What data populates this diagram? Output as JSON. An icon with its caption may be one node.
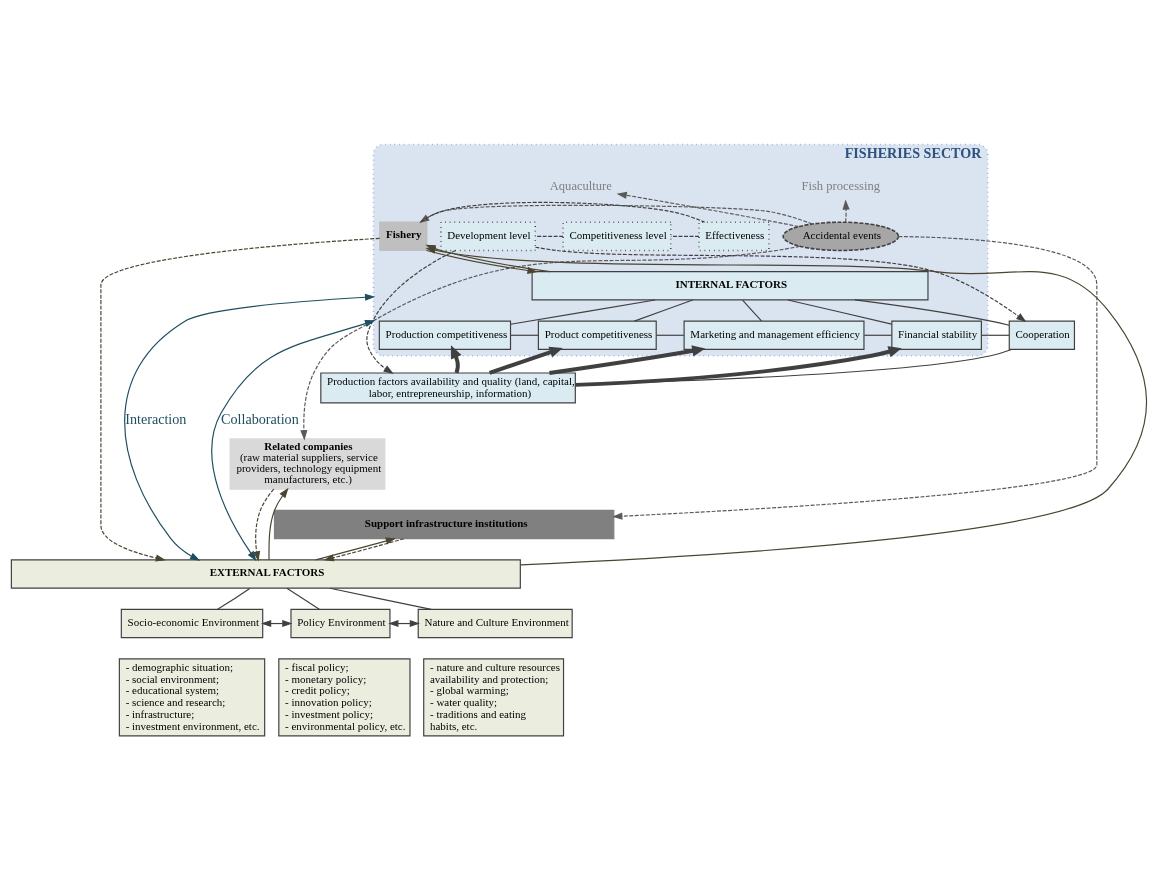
{
  "diagram": {
    "nodes": [
      {
        "text": [
          "FISHERIES SECTOR"
        ]
      },
      {
        "text": [
          "Fish processing"
        ],
        "in": 0
      },
      {
        "text": [
          "Aquaculture"
        ],
        "in": 0
      },
      {
        "text": [
          "Accidental events"
        ],
        "in": 0
      },
      {
        "text": [
          "Fishery"
        ],
        "in": 0
      },
      {
        "text": [
          "Effectiveness"
        ],
        "in": 0
      },
      {
        "text": [
          "Competitiveness level"
        ],
        "in": 0
      },
      {
        "text": [
          "Development level"
        ],
        "in": 0
      },
      {
        "text": [
          "INTERNAL FACTORS"
        ],
        "in": 0
      },
      {
        "text": [
          "Production competitiveness"
        ],
        "in": 0
      },
      {
        "text": [
          "Product competitiveness"
        ],
        "in": 0
      },
      {
        "text": [
          "Marketing and management efficiency"
        ],
        "in": 0
      },
      {
        "text": [
          "Financial stability"
        ],
        "in": 0
      },
      {
        "text": [
          "Cooperation"
        ]
      },
      {
        "text": [
          "Production factors availability and quality (land, capital, labor, entrepreneurship, information)"
        ]
      },
      {
        "text": [
          "Related companies",
          "(raw material suppliers, service providers, technology equipment manufacturers, etc.)"
        ]
      },
      {
        "text": [
          "Support infrastructure institutions"
        ]
      },
      {
        "text": [
          "EXTERNAL FACTORS"
        ]
      },
      {
        "text": [
          "Socio-economic Environment"
        ]
      },
      {
        "text": [
          "- demographic situation;",
          "- social environment;",
          "- educational system;",
          "- science and research;",
          "- infrastructure;",
          "- investment environment, etc."
        ]
      },
      {
        "text": [
          "Policy Environment"
        ]
      },
      {
        "text": [
          "- fiscal policy;",
          "- monetary policy;",
          "- credit policy;",
          "- innovation policy;",
          "- investment policy;",
          "- environmental policy, etc."
        ]
      },
      {
        "text": [
          "Nature and Culture Environment"
        ]
      },
      {
        "text": [
          "- nature and culture resources availability and protection;",
          "- global warming;",
          "- water quality;",
          "- traditions and eating habits, etc."
        ]
      }
    ],
    "edges": [
      {
        "from": 3,
        "to": 1,
        "arrow": "to",
        "style": "dashed",
        "color": "#595959"
      },
      {
        "from": 3,
        "to": 2,
        "arrow": "to",
        "style": "dashed",
        "color": "#595959"
      },
      {
        "from": 3,
        "to": 4,
        "arrow": "to",
        "style": "dashed",
        "color": "#595959"
      },
      {
        "from": 3,
        "to": 15,
        "arrow": "to",
        "style": "dashed",
        "color": "#595959"
      },
      {
        "from": 3,
        "to": 16,
        "arrow": "to",
        "style": "dashed",
        "color": "#595959"
      },
      {
        "from": 4,
        "to": 8,
        "arrow": "to",
        "color": "#4a4530"
      },
      {
        "from": 8,
        "to": 4,
        "arrow": "to",
        "color": "#4a4530"
      },
      {
        "from": 17,
        "to": 4,
        "arrow": "to",
        "color": "#4a4530"
      },
      {
        "from": 4,
        "to": 17,
        "arrow": "to",
        "style": "dashed",
        "color": "#4a4530"
      },
      {
        "from": 17,
        "to": 15,
        "arrow": "to",
        "color": "#4a4530"
      },
      {
        "from": 15,
        "to": 17,
        "arrow": "to",
        "style": "dashed",
        "color": "#4a4530"
      },
      {
        "from": 17,
        "to": 16,
        "arrow": "to",
        "color": "#4a4530"
      },
      {
        "from": 16,
        "to": 17,
        "arrow": "to",
        "style": "dashed",
        "color": "#4a4530"
      },
      {
        "from": 4,
        "to": 5,
        "arrow": "none",
        "style": "dashed"
      },
      {
        "from": 5,
        "to": 6,
        "arrow": "none",
        "style": "dashed"
      },
      {
        "from": 6,
        "to": 7,
        "arrow": "none",
        "style": "dashed"
      },
      {
        "from": 7,
        "to": 14,
        "arrow": "to",
        "style": "dashed"
      },
      {
        "from": 7,
        "to": 13,
        "arrow": "to",
        "style": "dashed"
      },
      {
        "from": 8,
        "to": 9,
        "arrow": "none"
      },
      {
        "from": 8,
        "to": 10,
        "arrow": "none"
      },
      {
        "from": 8,
        "to": 11,
        "arrow": "none"
      },
      {
        "from": 8,
        "to": 12,
        "arrow": "none"
      },
      {
        "from": 8,
        "to": 13,
        "arrow": "none"
      },
      {
        "from": 9,
        "to": 10,
        "arrow": "none"
      },
      {
        "from": 10,
        "to": 11,
        "arrow": "none"
      },
      {
        "from": 11,
        "to": 12,
        "arrow": "none"
      },
      {
        "from": 12,
        "to": 13,
        "arrow": "none"
      },
      {
        "from": 14,
        "to": 13,
        "arrow": "none"
      },
      {
        "from": 14,
        "to": 9,
        "arrow": "to",
        "style": "thick"
      },
      {
        "from": 14,
        "to": 10,
        "arrow": "to",
        "style": "thick"
      },
      {
        "from": 14,
        "to": 11,
        "arrow": "to",
        "style": "thick"
      },
      {
        "from": 14,
        "to": 12,
        "arrow": "to",
        "style": "thick"
      },
      {
        "from": 17,
        "to": 18,
        "arrow": "none"
      },
      {
        "from": 17,
        "to": 20,
        "arrow": "none"
      },
      {
        "from": 17,
        "to": 22,
        "arrow": "none"
      },
      {
        "from": 18,
        "to": 20,
        "arrow": "both"
      },
      {
        "from": 20,
        "to": 22,
        "arrow": "both"
      },
      {
        "from": 0,
        "to": 17,
        "arrow": "both",
        "label": "Interaction",
        "color": "#1f4e5f"
      },
      {
        "from": 0,
        "to": 17,
        "arrow": "both",
        "label": "Collaboration",
        "color": "#1f4e5f"
      }
    ]
  }
}
